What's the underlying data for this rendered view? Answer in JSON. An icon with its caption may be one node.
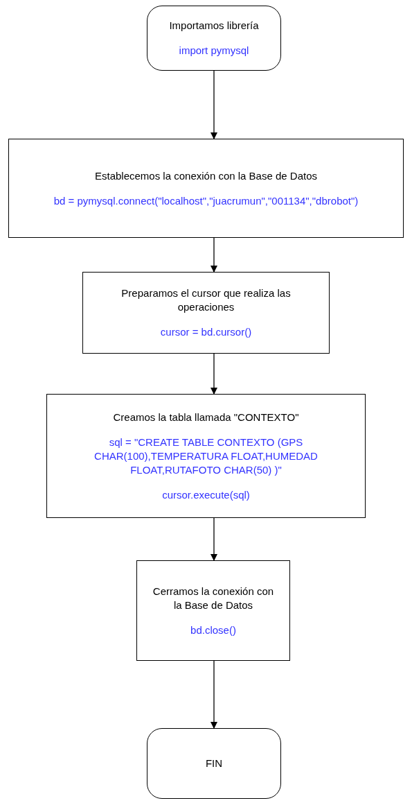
{
  "diagram": {
    "nodes": [
      {
        "text": [
          "Importamos librería",
          "import pymysql"
        ]
      },
      {
        "text": [
          "Establecemos la conexión con la Base de Datos",
          "bd = pymysql.connect(\"localhost\",\"juacrumun\",\"001134\",\"dbrobot\")"
        ]
      },
      {
        "text": [
          "Preparamos el cursor que realiza las operaciones",
          "cursor = bd.cursor()"
        ]
      },
      {
        "text": [
          "Creamos la tabla llamada \"CONTEXTO\"",
          "sql = \"CREATE TABLE CONTEXTO (GPS CHAR(100),TEMPERATURA FLOAT,HUMEDAD FLOAT,RUTAFOTO CHAR(50) )\"",
          "cursor.execute(sql)"
        ]
      },
      {
        "text": [
          "Cerramos la conexión con la Base de Datos",
          "bd.close()"
        ]
      },
      {
        "text": [
          "FIN"
        ]
      }
    ],
    "edges": [
      {
        "from": 0,
        "to": 1,
        "arrow": "to"
      },
      {
        "from": 1,
        "to": 2,
        "arrow": "to"
      },
      {
        "from": 2,
        "to": 3,
        "arrow": "to"
      },
      {
        "from": 3,
        "to": 4,
        "arrow": "to"
      },
      {
        "from": 4,
        "to": 5,
        "arrow": "to"
      }
    ]
  }
}
